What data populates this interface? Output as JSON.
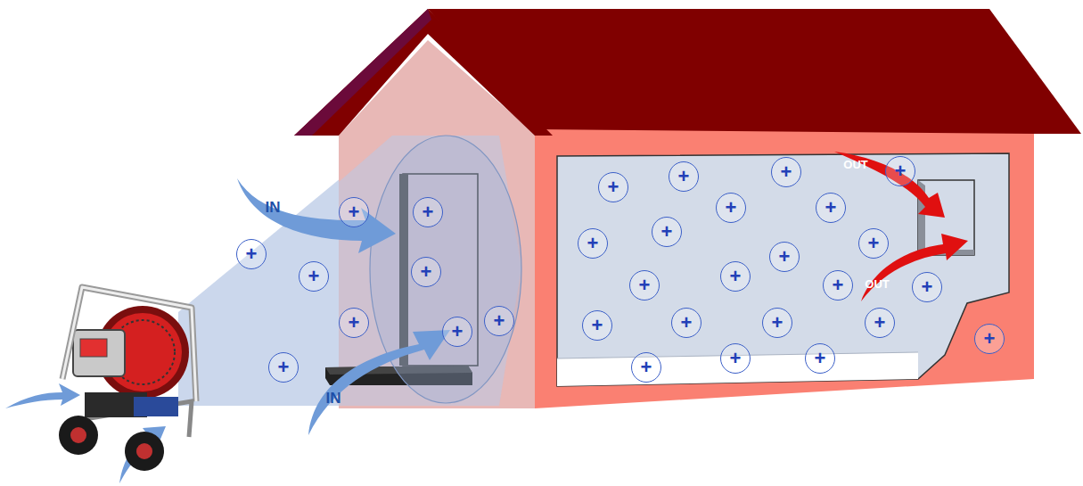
{
  "diagram": {
    "nodes": [
      {
        "text": [
          "+"
        ]
      },
      {
        "text": [
          "+"
        ]
      },
      {
        "text": [
          "+"
        ]
      },
      {
        "text": [
          "+"
        ]
      },
      {
        "text": [
          "+"
        ]
      },
      {
        "text": [
          "+"
        ]
      },
      {
        "text": [
          "+"
        ]
      },
      {
        "text": [
          "+"
        ]
      },
      {
        "text": [
          "+"
        ]
      },
      {
        "text": [
          "+"
        ]
      },
      {
        "text": [
          "+"
        ]
      },
      {
        "text": [
          "+"
        ]
      },
      {
        "text": [
          "+"
        ]
      },
      {
        "text": [
          "+"
        ]
      },
      {
        "text": [
          "+"
        ]
      },
      {
        "text": [
          "+"
        ]
      },
      {
        "text": [
          "+"
        ]
      },
      {
        "text": [
          "+"
        ]
      },
      {
        "text": [
          "+"
        ]
      },
      {
        "text": [
          "+"
        ]
      },
      {
        "text": [
          "+"
        ]
      },
      {
        "text": [
          "+"
        ]
      },
      {
        "text": [
          "+"
        ]
      },
      {
        "text": [
          "+"
        ]
      },
      {
        "text": [
          "+"
        ]
      },
      {
        "text": [
          "+"
        ]
      },
      {
        "text": [
          "+"
        ]
      },
      {
        "text": [
          "+"
        ]
      },
      {
        "text": [
          "+"
        ]
      },
      {
        "text": [
          "+"
        ]
      },
      {
        "text": [
          "+"
        ]
      }
    ],
    "labels": [
      "IN",
      "IN",
      "OUT",
      "OUT"
    ]
  }
}
